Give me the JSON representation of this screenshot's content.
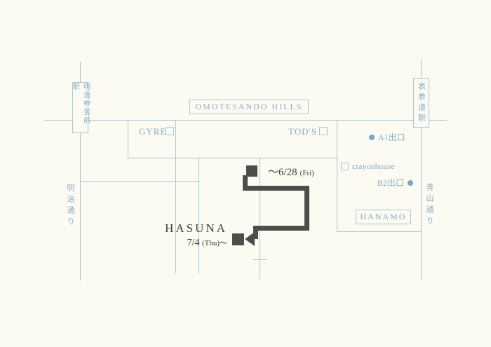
{
  "stations": {
    "meiji_jingumae": "明治神宮前駅",
    "omotesando": "表参道駅"
  },
  "streets": {
    "meiji_dori": "明治通り",
    "aoyama_dori": "青山通り"
  },
  "landmarks": {
    "omotesando_hills": "OMOTESANDO HILLS",
    "gyre": "GYRE",
    "tods": "TOD'S",
    "crayonhouse": "crayonhouse",
    "hanamo": "HANAMO"
  },
  "exits": {
    "a1": "A1出口",
    "b2": "B2出口"
  },
  "old_location": {
    "date": "～6/28",
    "day": "(Fri)"
  },
  "new_location": {
    "name": "HASUNA",
    "date": "7/4",
    "day": "(Thu)～"
  },
  "colors": {
    "background": "#fbfbf2",
    "street_blue": "#a9c4d8",
    "label_blue": "#88acca",
    "exit_dot_blue": "#7aa5c4",
    "route_dark": "#4d4d4d"
  }
}
